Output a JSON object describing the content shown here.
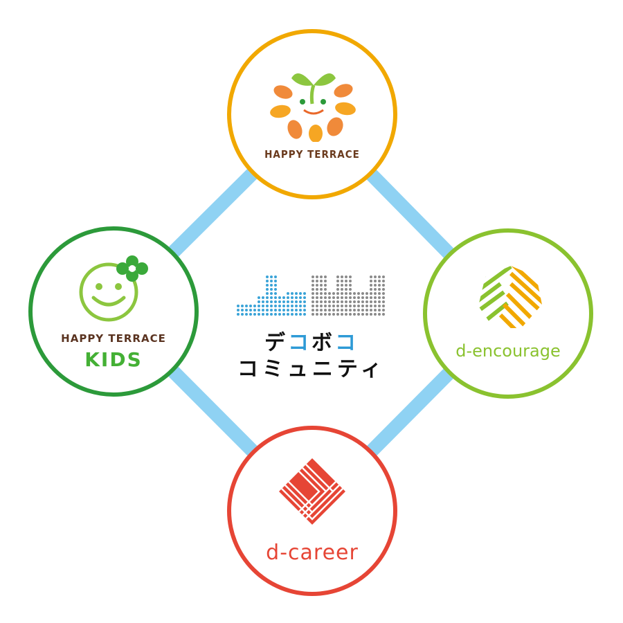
{
  "center": {
    "name_line1_a": "デ",
    "name_line1_b": "コ",
    "name_line1_c": "ボ",
    "name_line1_d": "コ",
    "name_line2": "コミュニティ"
  },
  "nodes": {
    "top": {
      "label": "HAPPY TERRACE",
      "color": "#f1a800"
    },
    "left": {
      "label_line1": "HAPPY TERRACE",
      "label_line2": "KIDS",
      "color": "#2c9a3a"
    },
    "right": {
      "label": "d-encourage",
      "color": "#8ac22f"
    },
    "bottom": {
      "label": "d-career",
      "color": "#e64535"
    }
  },
  "connector_color": "#8fd2f3"
}
